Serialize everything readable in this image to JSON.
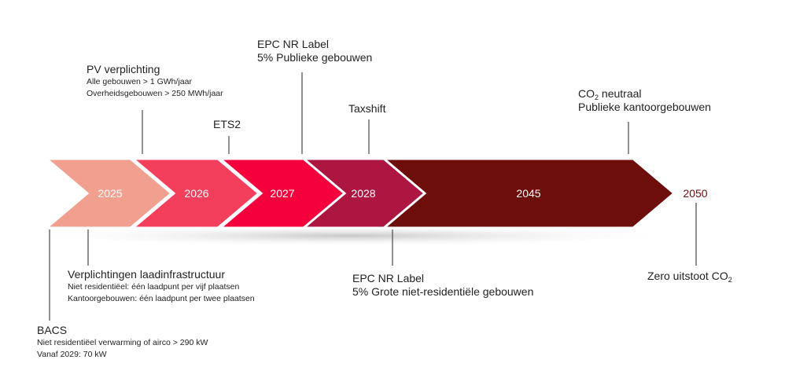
{
  "colors": {
    "chevron_2025": "#F1A090",
    "chevron_2026": "#F33E5C",
    "chevron_2027": "#F5003C",
    "chevron_2028": "#AC1640",
    "chevron_2045": "#6E0E0B",
    "year_2050_text": "#6E0E0B",
    "connector": "#555555",
    "label_text": "#222222"
  },
  "chevrons": [
    {
      "year": "2025"
    },
    {
      "year": "2026"
    },
    {
      "year": "2027"
    },
    {
      "year": "2028"
    },
    {
      "year": "2045"
    }
  ],
  "end_year": "2050",
  "top_labels": {
    "pv": {
      "title": "PV verplichting",
      "line1": "Alle gebouwen > 1 GWh/jaar",
      "line2": "Overheidsgebouwen > 250 MWh/jaar"
    },
    "ets2": {
      "title": "ETS2"
    },
    "epc_public": {
      "title": "EPC NR Label",
      "line1": "5% Publieke gebouwen"
    },
    "taxshift": {
      "title": "Taxshift"
    },
    "co2_neutral": {
      "title_prefix": "CO",
      "title_sub": "2",
      "title_suffix": " neutraal",
      "line1": "Publieke kantoorgebouwen"
    }
  },
  "bottom_labels": {
    "bacs": {
      "title": "BACS",
      "line1": "Niet residentiëel verwarming of airco > 290 kW",
      "line2": "Vanaf 2029: 70 kW"
    },
    "charging": {
      "title": "Verplichtingen laadinfrastructuur",
      "line1": "Niet residentiëel: één laadpunt per vijf plaatsen",
      "line2": "Kantoorgebouwen: één laadpunt per twee plaatsen"
    },
    "epc_nonres": {
      "title": "EPC NR Label",
      "line1": "5% Grote niet-residentiële gebouwen"
    },
    "zero": {
      "title_prefix": "Zero uitstoot CO",
      "title_sub": "2"
    }
  }
}
